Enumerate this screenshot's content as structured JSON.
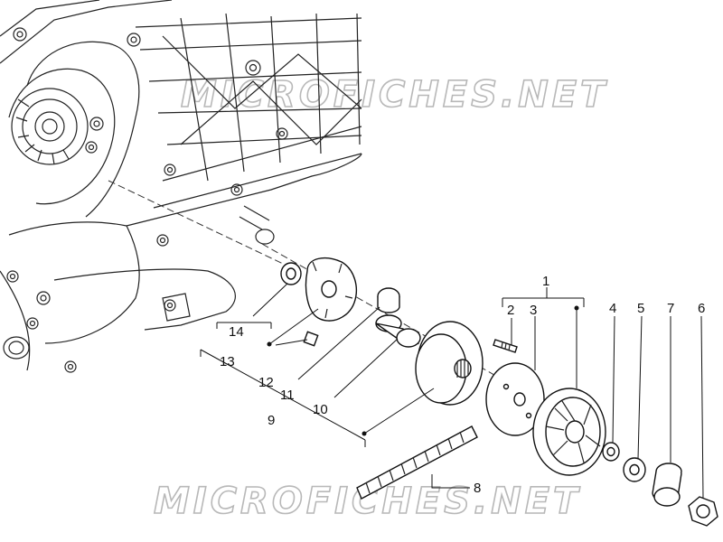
{
  "watermarks": [
    "MICROFICHES.NET",
    "MICROFICHES.NET"
  ],
  "callouts": [
    {
      "id": "c1",
      "text": "1"
    },
    {
      "id": "c2",
      "text": "2"
    },
    {
      "id": "c3",
      "text": "3"
    },
    {
      "id": "c4",
      "text": "4"
    },
    {
      "id": "c5",
      "text": "5"
    },
    {
      "id": "c6",
      "text": "6"
    },
    {
      "id": "c7",
      "text": "7"
    },
    {
      "id": "c8",
      "text": "8"
    },
    {
      "id": "c9",
      "text": "9"
    },
    {
      "id": "c10",
      "text": "10"
    },
    {
      "id": "c11",
      "text": "11"
    },
    {
      "id": "c12",
      "text": "12"
    },
    {
      "id": "c13",
      "text": "13"
    },
    {
      "id": "c14",
      "text": "14"
    }
  ]
}
